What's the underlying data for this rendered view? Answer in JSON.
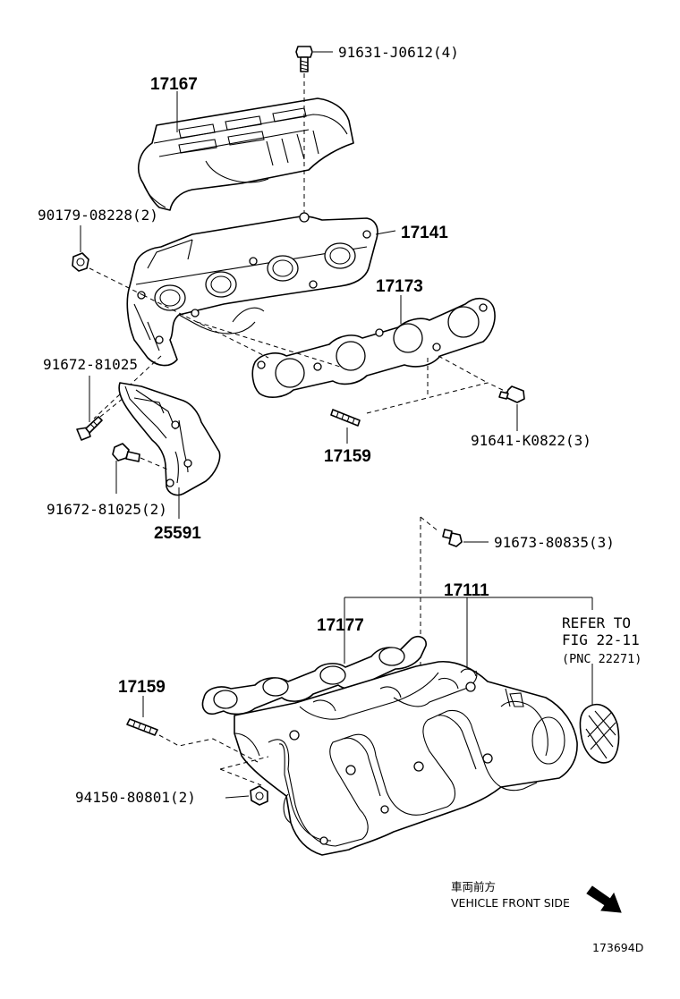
{
  "diagram": {
    "callouts": {
      "c_91631": "91631-J0612(4)",
      "c_17167": "17167",
      "c_90179": "90179-08228(2)",
      "c_17141": "17141",
      "c_17173": "17173",
      "c_91672a": "91672-81025",
      "c_17159a": "17159",
      "c_91641": "91641-K0822(3)",
      "c_91672b": "91672-81025(2)",
      "c_25591": "25591",
      "c_91673": "91673-80835(3)",
      "c_17111": "17111",
      "c_refer1": "REFER TO",
      "c_refer2": "FIG 22-11",
      "c_refer3": "(PNC 22271)",
      "c_17177": "17177",
      "c_17159b": "17159",
      "c_94150": "94150-80801(2)"
    },
    "direction_jp": "車両前方",
    "direction_en": "VEHICLE FRONT SIDE",
    "figure_id": "173694D"
  }
}
